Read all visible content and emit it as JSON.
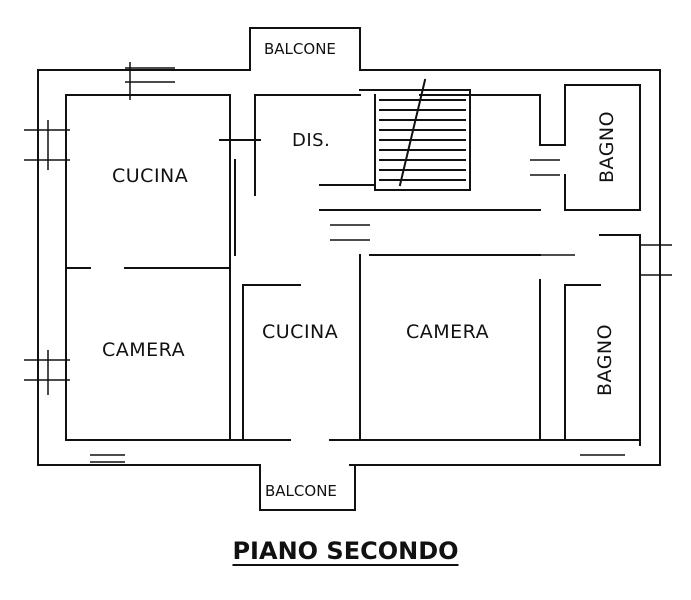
{
  "plan": {
    "title": "PIANO SECONDO",
    "rooms": {
      "balcone_top": "BALCONE",
      "dis": "DIS.",
      "cucina_left": "CUCINA",
      "camera_left": "CAMERA",
      "cucina_center": "CUCINA",
      "camera_center": "CAMERA",
      "bagno_top": "BAGNO",
      "bagno_bottom": "BAGNO",
      "balcone_bottom": "BALCONE"
    }
  }
}
